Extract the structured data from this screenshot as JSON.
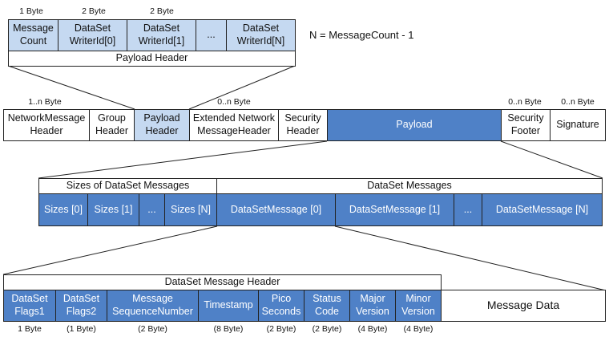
{
  "payload_header": {
    "sizes": [
      "1 Byte",
      "2 Byte",
      "2 Byte"
    ],
    "fields": [
      "Message\nCount",
      "DataSet\nWriterId[0]",
      "DataSet\nWriterId[1]",
      "...",
      "DataSet\nWriterId[N]"
    ],
    "title": "Payload Header",
    "equation": "N = MessageCount - 1"
  },
  "network_message": {
    "sizes": [
      "1..n Byte",
      "0..n Byte",
      "0..n Byte",
      "0..n Byte"
    ],
    "fields": [
      "NetworkMessage\nHeader",
      "Group\nHeader",
      "Payload\nHeader",
      "Extended Network\nMessageHeader",
      "Security\nHeader",
      "Payload",
      "Security\nFooter",
      "Signature"
    ]
  },
  "payload": {
    "sizes_title": "Sizes of DataSet Messages",
    "messages_title": "DataSet Messages",
    "sizes_fields": [
      "Sizes [0]",
      "Sizes [1]",
      "...",
      "Sizes [N]"
    ],
    "message_fields": [
      "DataSetMessage [0]",
      "DataSetMessage [1]",
      "...",
      "DataSetMessage [N]"
    ]
  },
  "dataset_message": {
    "header_title": "DataSet Message Header",
    "fields": [
      "DataSet\nFlags1",
      "DataSet\nFlags2",
      "Message\nSequenceNumber",
      "Timestamp",
      "Pico\nSeconds",
      "Status\nCode",
      "Major\nVersion",
      "Minor\nVersion"
    ],
    "message_data": "Message Data",
    "sizes": [
      "1 Byte",
      "(1 Byte)",
      "(2 Byte)",
      "(8 Byte)",
      "(2 Byte)",
      "(2 Byte)",
      "(4 Byte)",
      "(4 Byte)"
    ]
  }
}
